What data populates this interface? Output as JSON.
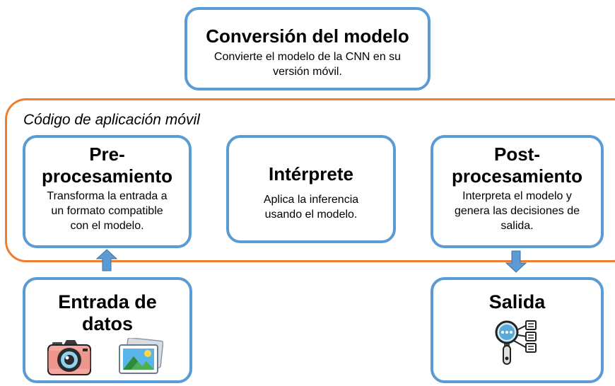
{
  "top_box": {
    "title": "Conversión del modelo",
    "desc_line1": "Convierte el modelo de la CNN en su",
    "desc_line2": "versión móvil."
  },
  "group": {
    "label": "Código de aplicación móvil"
  },
  "pre": {
    "title_line1": "Pre-",
    "title_line2": "procesamiento",
    "desc_line1": "Transforma la entrada a",
    "desc_line2": "un formato compatible",
    "desc_line3": "con el modelo."
  },
  "interp": {
    "title": "Intérprete",
    "desc_line1": "Aplica la inferencia",
    "desc_line2": "usando el modelo."
  },
  "post": {
    "title_line1": "Post-",
    "title_line2": "procesamiento",
    "desc_line1": "Interpreta el modelo y",
    "desc_line2": "genera las decisiones de",
    "desc_line3": "salida."
  },
  "input_box": {
    "title_line1": "Entrada de",
    "title_line2": "datos",
    "icons": [
      "camera-icon",
      "image-icon"
    ]
  },
  "output_box": {
    "title": "Salida",
    "icons": [
      "magnifier-list-icon"
    ]
  },
  "colors": {
    "box_border": "#5b9bd5",
    "group_border": "#ed7d31",
    "arrow_fill": "#5b9bd5"
  }
}
